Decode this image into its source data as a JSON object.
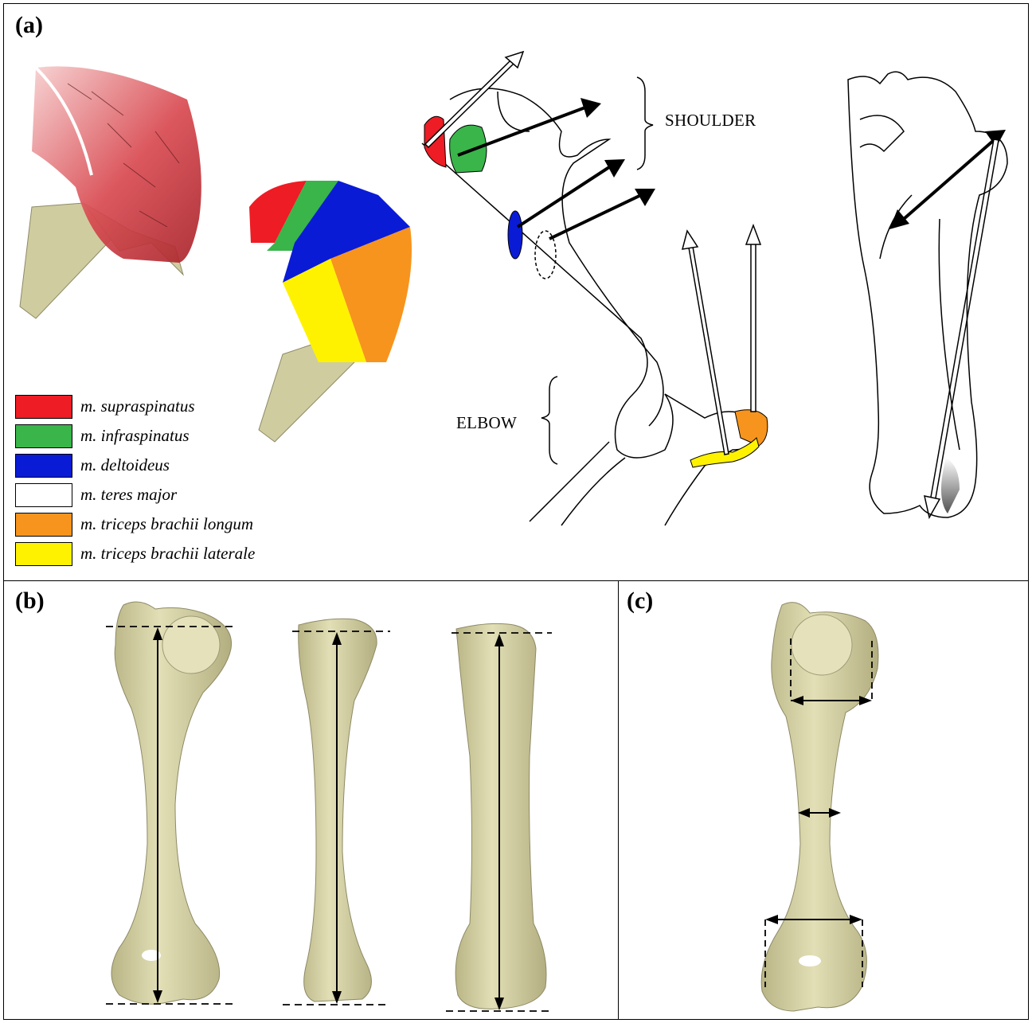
{
  "panels": {
    "a": {
      "label": "(a)"
    },
    "b": {
      "label": "(b)"
    },
    "c": {
      "label": "(c)"
    }
  },
  "legend": [
    {
      "label": "m. supraspinatus",
      "color": "#ee1c24"
    },
    {
      "label": "m. infraspinatus",
      "color": "#39b54a"
    },
    {
      "label": "m. deltoideus",
      "color": "#0a1bd6"
    },
    {
      "label": "m. teres major",
      "color": "#ffffff"
    },
    {
      "label": "m. triceps brachii longum",
      "color": "#f7941d"
    },
    {
      "label": "m. triceps brachii laterale",
      "color": "#fff200"
    }
  ],
  "annotations": {
    "shoulder": "SHOULDER",
    "elbow": "ELBOW"
  },
  "colors": {
    "bone": "#d8d5a8",
    "bone_shade": "#b7b385",
    "muscle_red": "#d9494f"
  }
}
